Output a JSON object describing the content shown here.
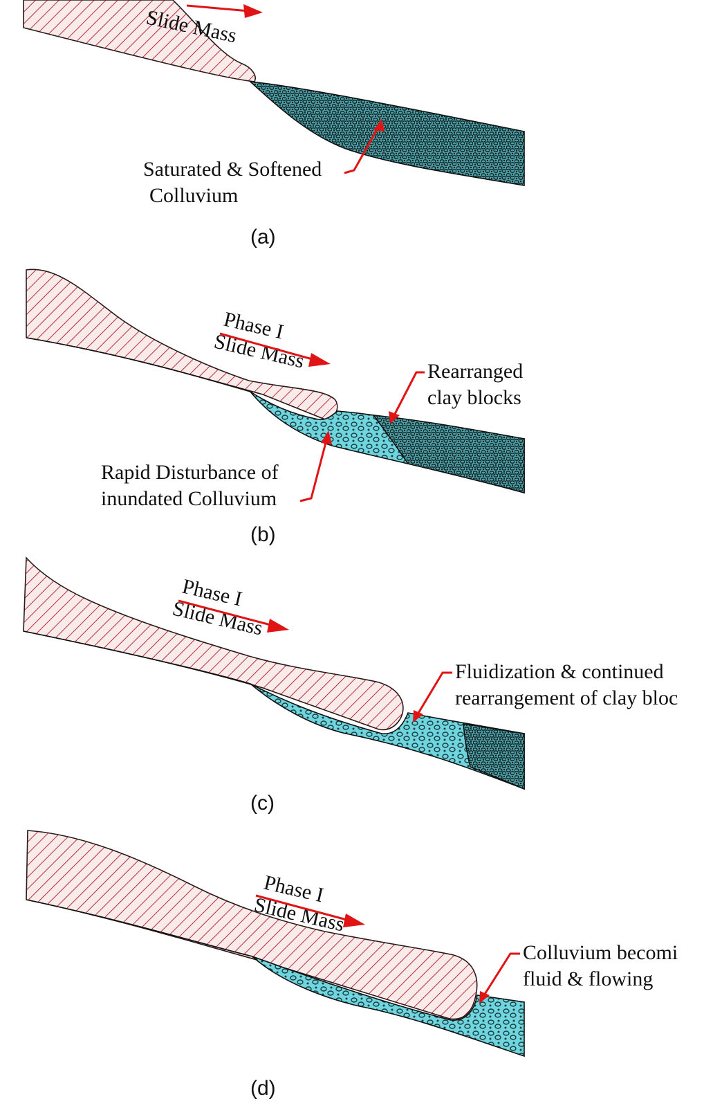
{
  "panels": [
    {
      "caption": "(a)",
      "mass_label_lines": [
        "Slide Mass"
      ],
      "annotations": [
        {
          "lines": [
            "Saturated & Softened",
            "Colluvium"
          ]
        }
      ]
    },
    {
      "caption": "(b)",
      "mass_label_lines": [
        "Phase I",
        "Slide Mass"
      ],
      "annotations": [
        {
          "lines": [
            "Rearranged",
            "clay blocks"
          ]
        },
        {
          "lines": [
            "Rapid Disturbance of",
            "inundated Colluvium"
          ]
        }
      ]
    },
    {
      "caption": "(c)",
      "mass_label_lines": [
        "Phase I",
        "Slide Mass"
      ],
      "annotations": [
        {
          "lines": [
            "Fluidization & continued",
            "rearrangement of clay bloc"
          ]
        }
      ]
    },
    {
      "caption": "(d)",
      "mass_label_lines": [
        "Phase I",
        "Slide Mass"
      ],
      "annotations": [
        {
          "lines": [
            "Colluvium becomi",
            "fluid & flowing"
          ]
        }
      ]
    }
  ],
  "colors": {
    "slide_mass_hatch": "#b0303a",
    "slide_mass_fill": "#fbeaea",
    "colluvium_fill": "#6fd6df",
    "colluvium_blob": "#1b3a3c",
    "arrow": "#e01414"
  }
}
